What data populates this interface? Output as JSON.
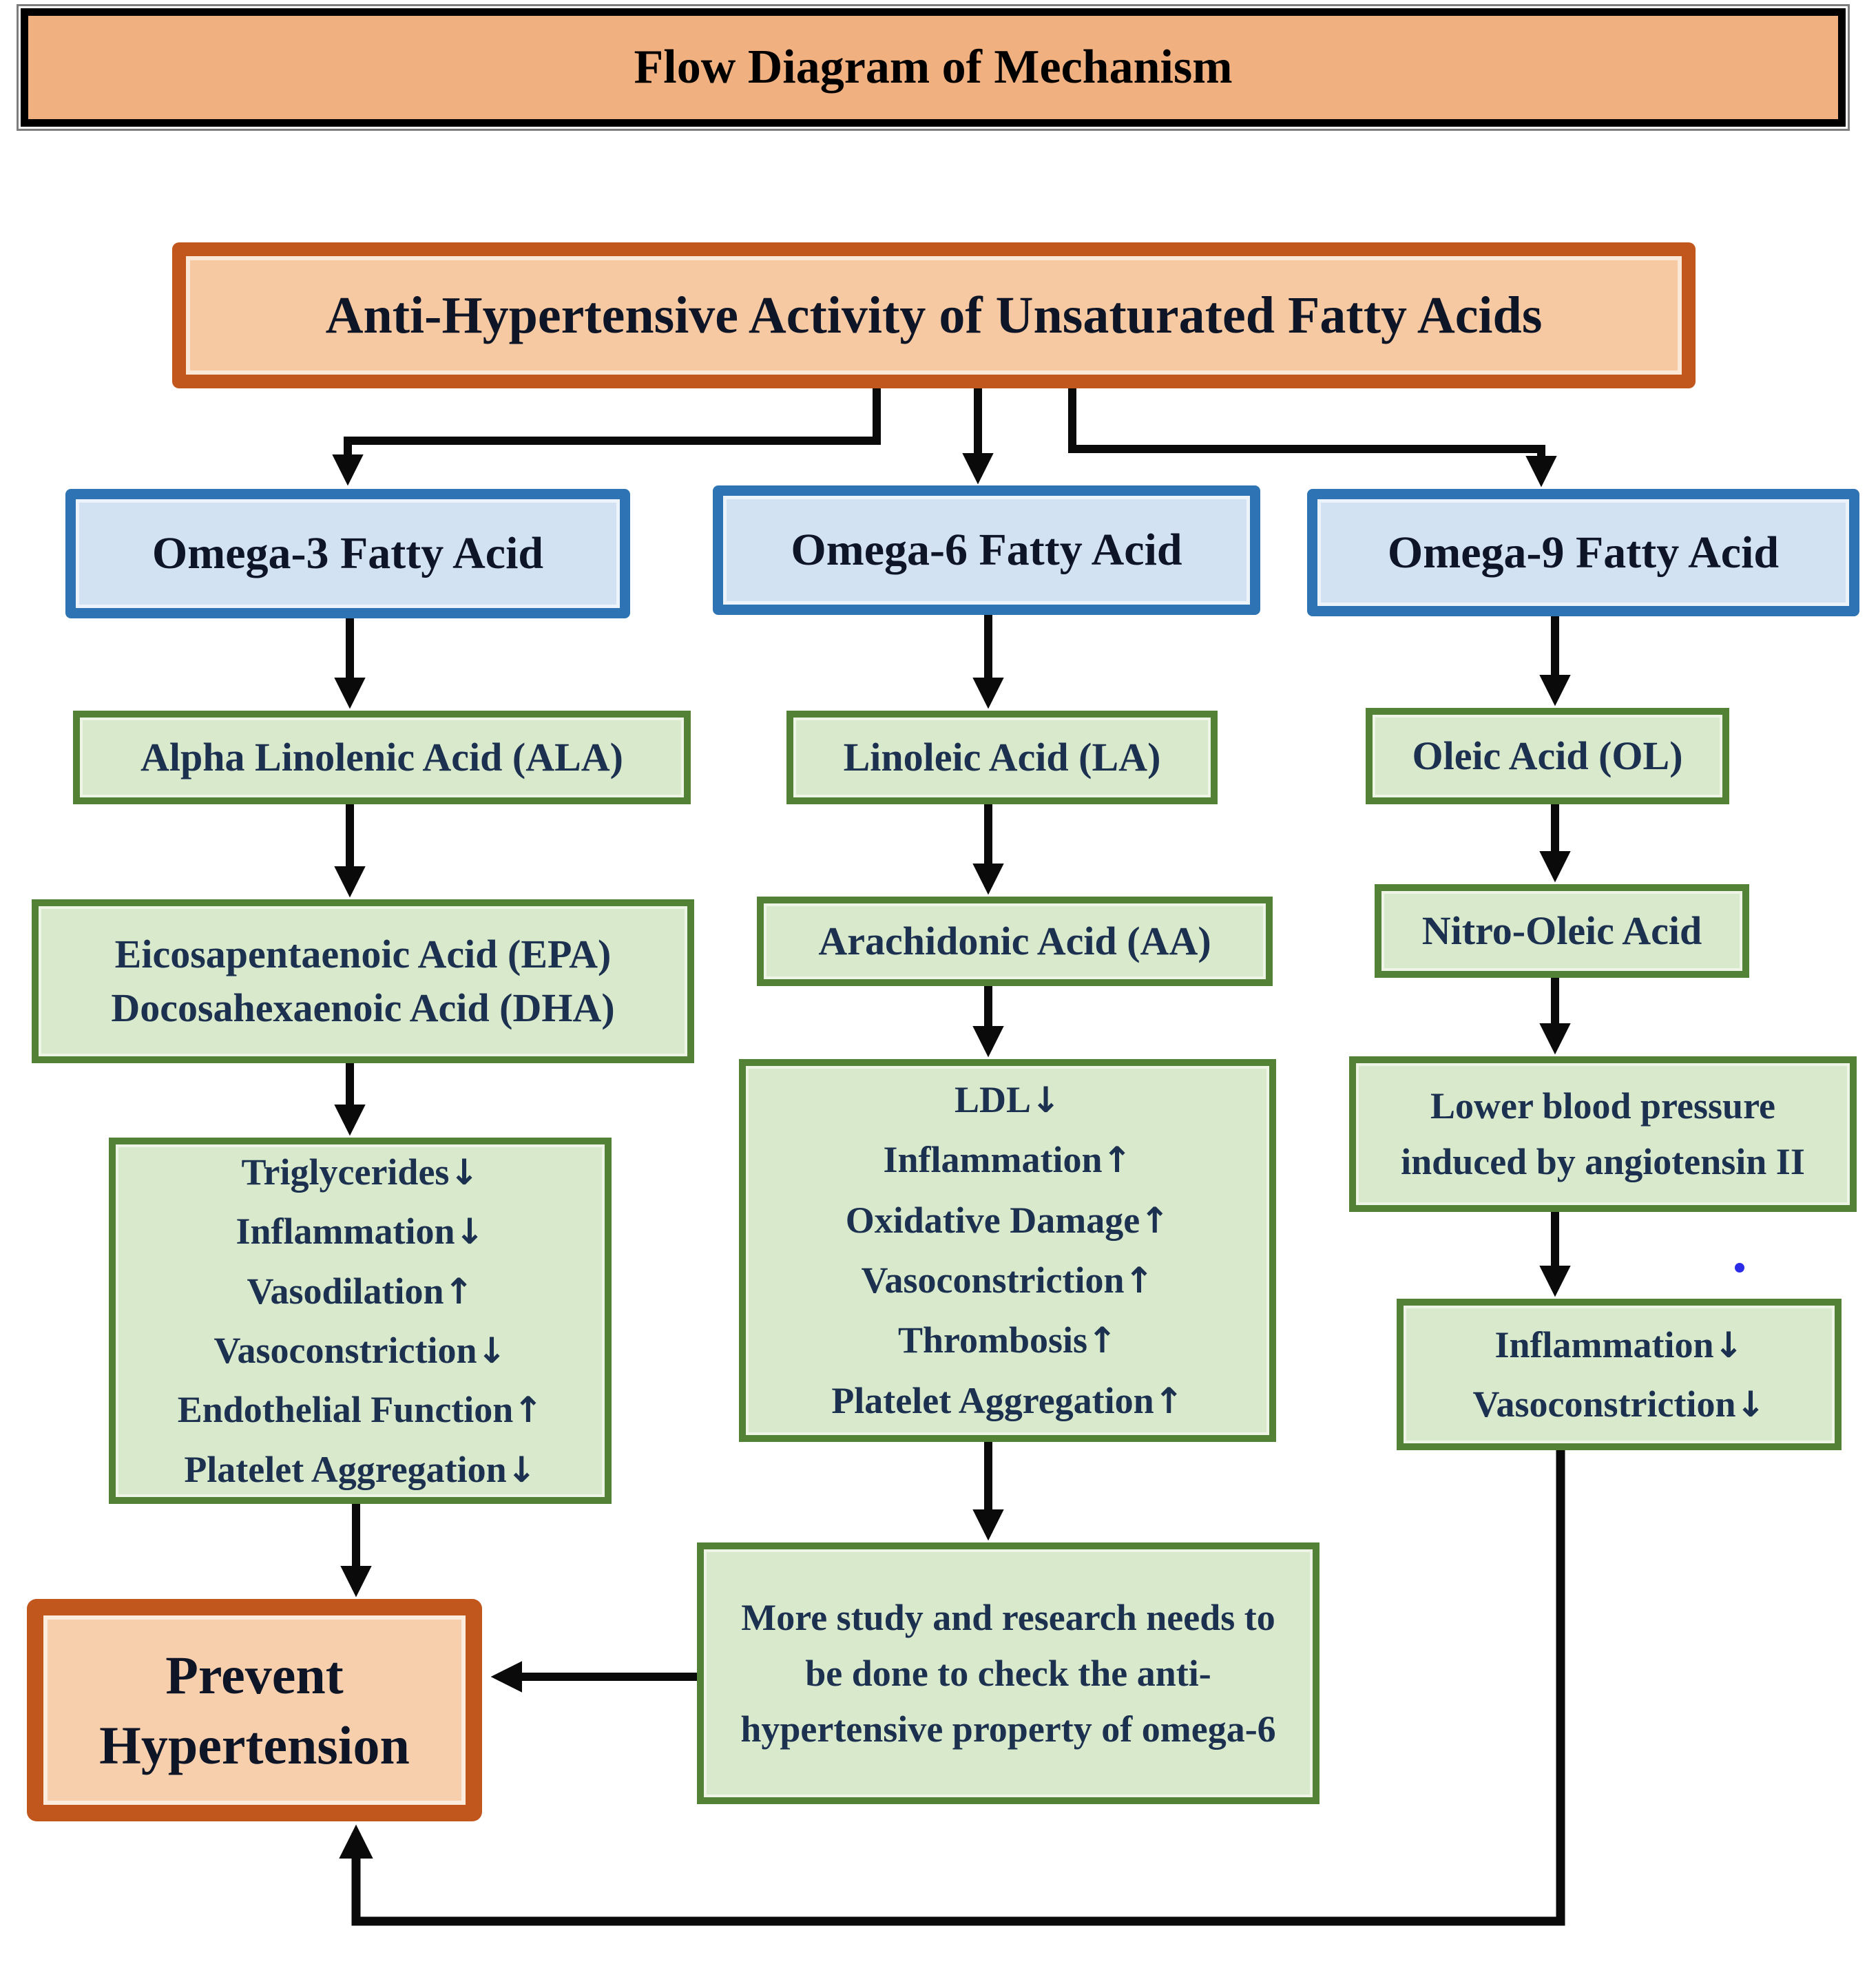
{
  "palette": {
    "page_background": "#FFFFFF",
    "title_fill": "#F1B080",
    "title_border": "#000000",
    "orange_fill": "#F6C9A2",
    "orange_border": "#C2571E",
    "prevent_fill": "#F8CFAD",
    "blue_fill": "#D2E2F2",
    "blue_border": "#2E74B5",
    "green_fill": "#D9E9CB",
    "green_border": "#538135",
    "arrow_color": "#0A0A0A",
    "stray_dot_color": "#2B2BE8",
    "text_color": "#1C3050"
  },
  "header": {
    "title": "Flow Diagram of Mechanism",
    "main_box": "Anti-Hypertensive Activity of Unsaturated Fatty Acids"
  },
  "omega3": {
    "header": "Omega-3 Fatty Acid",
    "step1": "Alpha Linolenic Acid (ALA)",
    "step2": {
      "line1": "Eicosapentaenoic Acid (EPA)",
      "line2": "Docosahexaenoic Acid (DHA)"
    },
    "effects": [
      {
        "label": "Triglycerides",
        "dir": "↓"
      },
      {
        "label": "Inflammation",
        "dir": "↓"
      },
      {
        "label": "Vasodilation",
        "dir": "↑"
      },
      {
        "label": "Vasoconstriction",
        "dir": "↓"
      },
      {
        "label": "Endothelial Function",
        "dir": "↑"
      },
      {
        "label": "Platelet Aggregation",
        "dir": "↓"
      }
    ]
  },
  "omega6": {
    "header": "Omega-6 Fatty Acid",
    "step1": "Linoleic Acid (LA)",
    "step2": "Arachidonic Acid (AA)",
    "effects": [
      {
        "label": "LDL",
        "dir": "↓"
      },
      {
        "label": "Inflammation",
        "dir": "↑"
      },
      {
        "label": "Oxidative Damage",
        "dir": "↑"
      },
      {
        "label": "Vasoconstriction",
        "dir": "↑"
      },
      {
        "label": "Thrombosis",
        "dir": "↑"
      },
      {
        "label": "Platelet Aggregation",
        "dir": "↑"
      }
    ],
    "note": "More study and research needs to be done to check the anti-hypertensive property of omega-6"
  },
  "omega9": {
    "header": "Omega-9 Fatty Acid",
    "step1": "Oleic Acid (OL)",
    "step2": "Nitro-Oleic Acid",
    "step3": "Lower blood pressure induced by angiotensin II",
    "effects": [
      {
        "label": "Inflammation",
        "dir": "↓"
      },
      {
        "label": "Vasoconstriction",
        "dir": "↓"
      }
    ]
  },
  "outcome": {
    "label": "Prevent Hypertension"
  }
}
